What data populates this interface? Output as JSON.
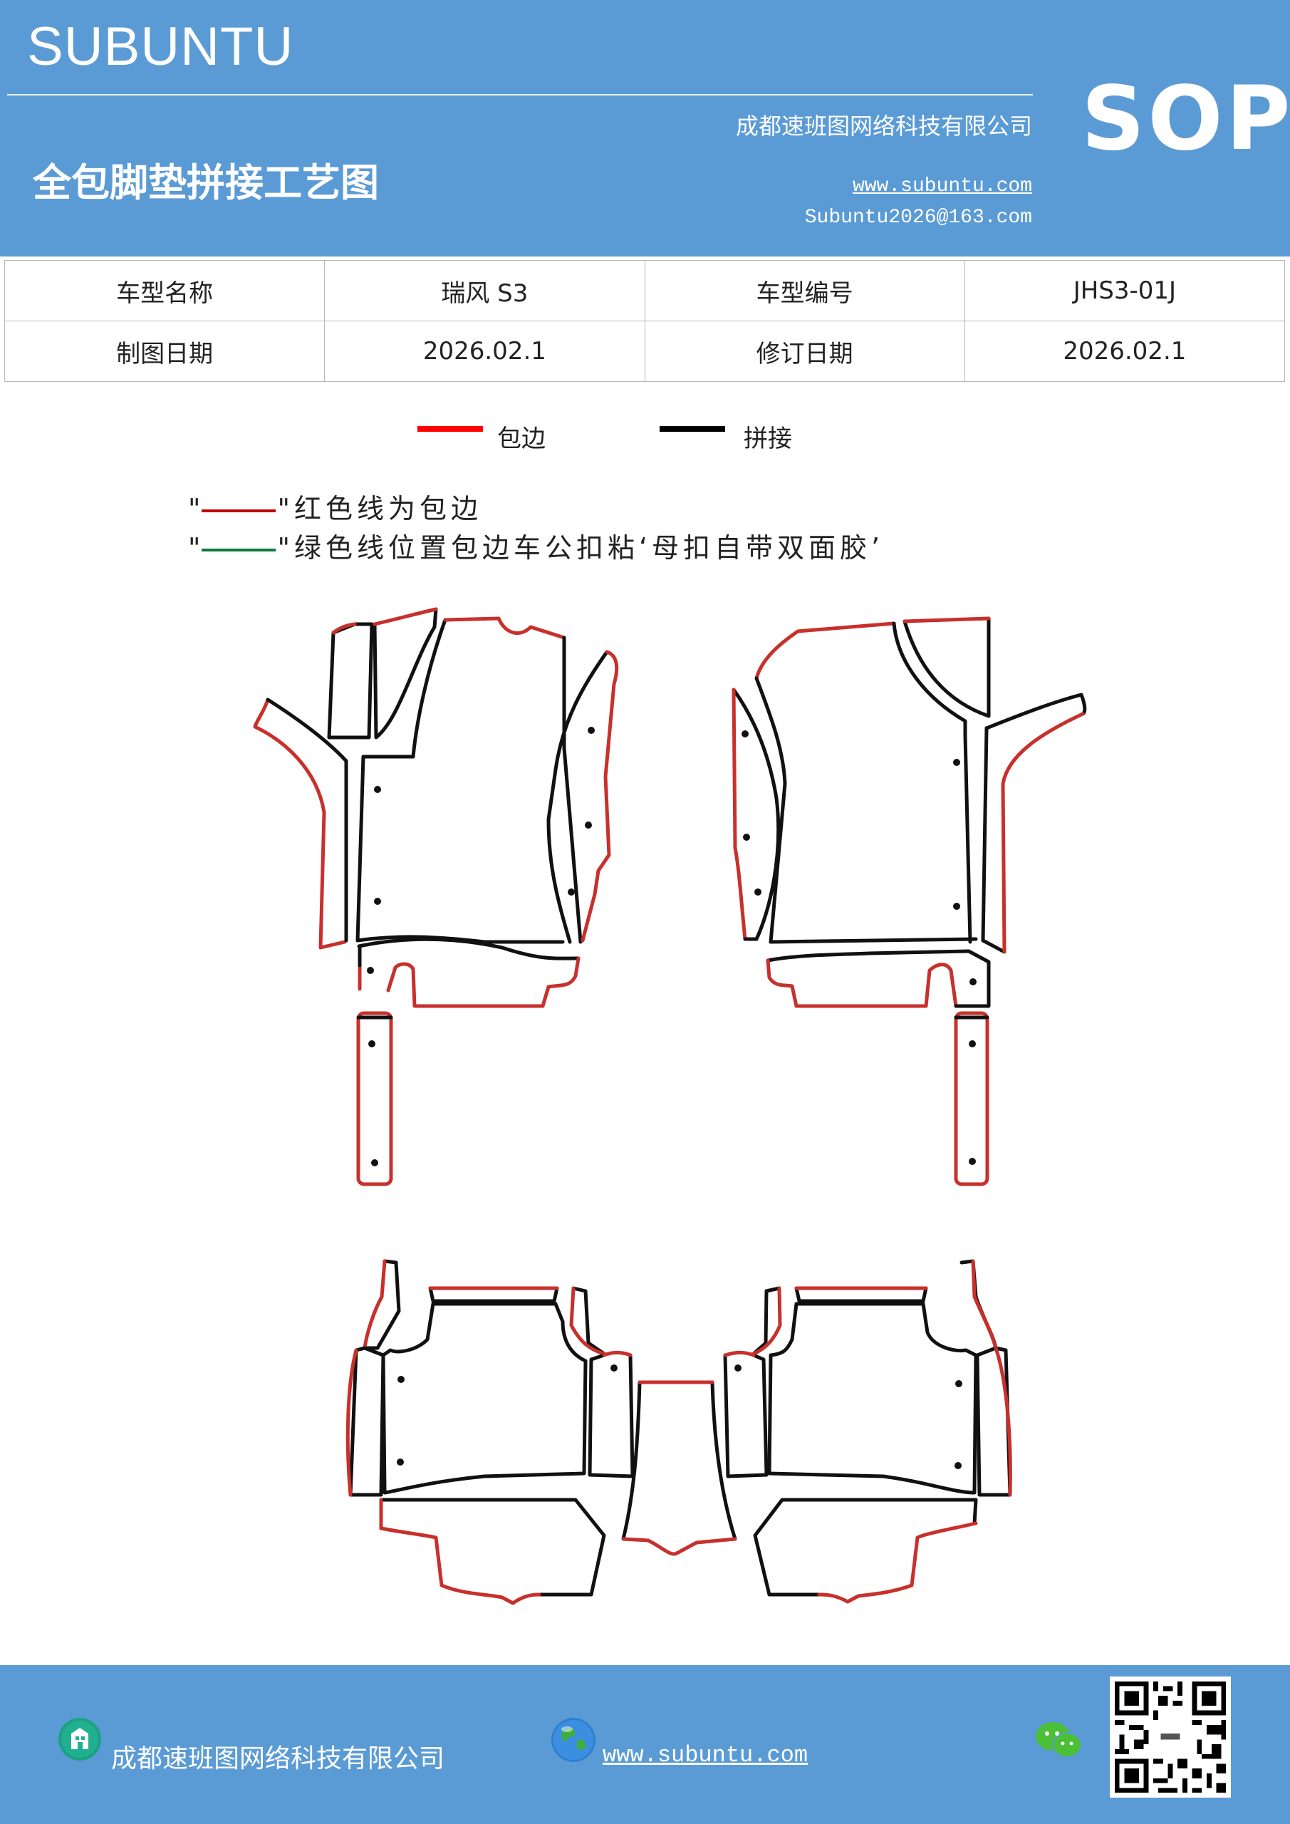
{
  "header": {
    "brand": "SUBUNTU",
    "company": "成都速班图网络科技有限公司",
    "badge": "SOP",
    "title": "全包脚垫拼接工艺图",
    "website": "www.subuntu.com",
    "email": "Subuntu2026@163.com"
  },
  "info_table": {
    "rows": [
      [
        "车型名称",
        "瑞风 S3",
        "车型编号",
        "JHS3-01J"
      ],
      [
        "制图日期",
        "2026.02.1",
        "修订日期",
        "2026.02.1"
      ]
    ]
  },
  "legend": {
    "items": [
      {
        "label": "包边",
        "color": "#ff0000"
      },
      {
        "label": "拼接",
        "color": "#000000"
      }
    ]
  },
  "notes": {
    "red_line": {
      "open": "\"",
      "close": "\"红色线为包边",
      "color": "#c00000"
    },
    "green_line": {
      "open": "\"",
      "close": "\"绿色线位置包边车公扣粘‘母扣自带双面胶’",
      "color": "#0b7a3e"
    }
  },
  "diagram": {
    "edge_color": "#c8302c",
    "seam_color": "#111111"
  },
  "footer": {
    "company": "成都速班图网络科技有限公司",
    "website": "www.subuntu.com",
    "icons": [
      "building-icon",
      "globe-icon",
      "wechat-icon",
      "qr-code"
    ]
  }
}
